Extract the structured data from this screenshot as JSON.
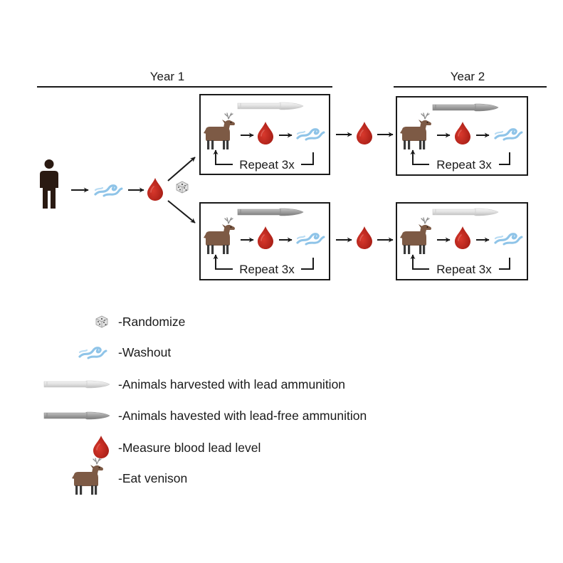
{
  "headers": {
    "year1": "Year 1",
    "year2": "Year 2"
  },
  "boxes": {
    "repeat_label": "Repeat 3x"
  },
  "legend": [
    {
      "icon": "dice-icon",
      "text": "-Randomize"
    },
    {
      "icon": "wave-icon",
      "text": "-Washout"
    },
    {
      "icon": "bullet-light-icon",
      "text": "-Animals harvested with lead ammunition"
    },
    {
      "icon": "bullet-dark-icon",
      "text": "-Animals havested with lead-free ammunition"
    },
    {
      "icon": "blood-drop-icon",
      "text": "-Measure blood lead level"
    },
    {
      "icon": "deer-icon",
      "text": "-Eat venison"
    }
  ],
  "colors": {
    "blood": "#c0281e",
    "wave": "#8fc4e8",
    "deer": "#7d5a45",
    "deer_legs": "#3a3a3a",
    "antler": "#8a8a8a",
    "person": "#2a1a12",
    "bullet_light": "#e4e4e4",
    "bullet_dark": "#a6a6a6",
    "dice": "#cfcfcf"
  }
}
